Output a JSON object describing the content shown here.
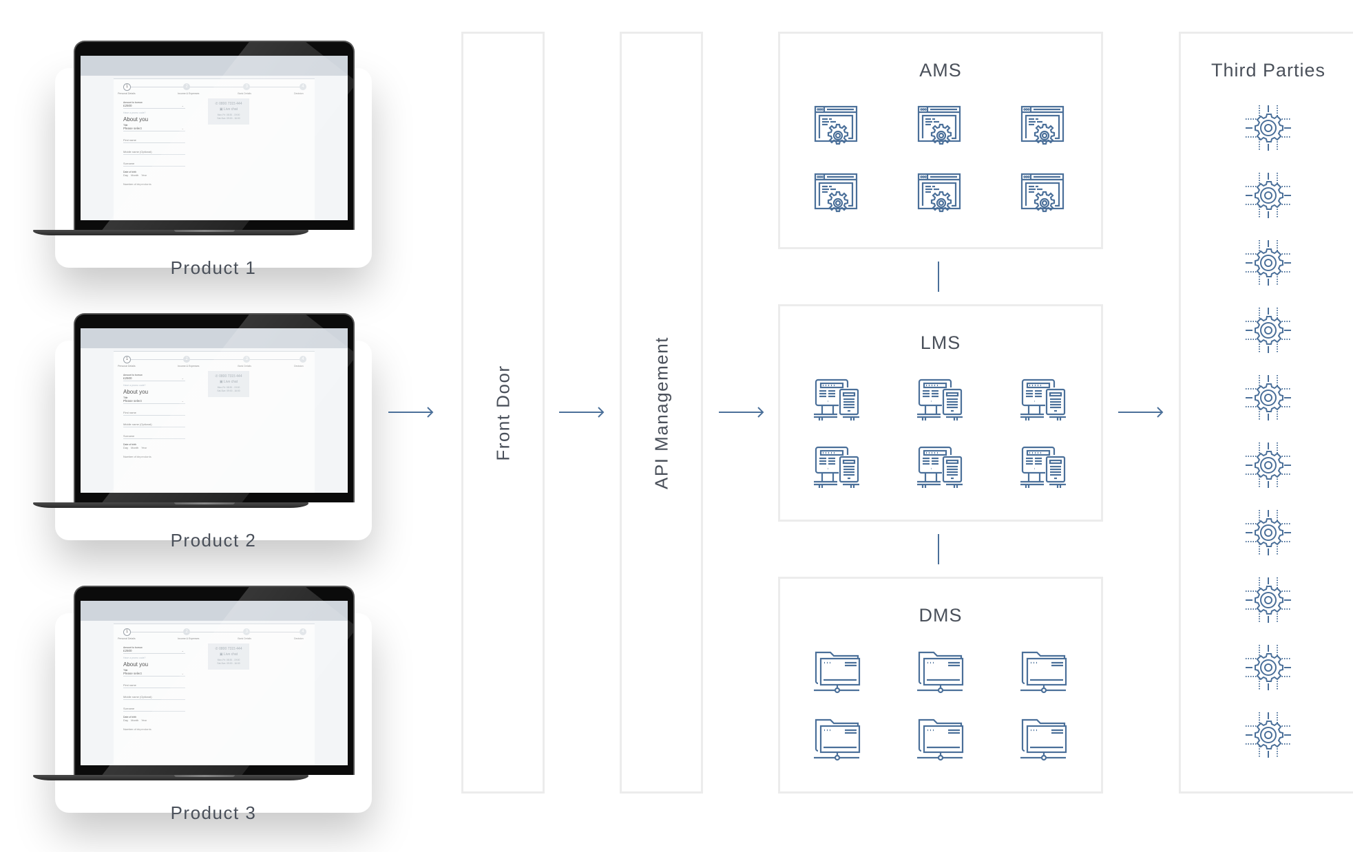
{
  "products": [
    {
      "label": "Product 1"
    },
    {
      "label": "Product 2"
    },
    {
      "label": "Product 3"
    }
  ],
  "laptop_screen": {
    "steps": [
      {
        "number": "1",
        "label": "Personal Details",
        "active": true
      },
      {
        "number": "2",
        "label": "Income & Expenses",
        "active": false
      },
      {
        "number": "3",
        "label": "Bank Details",
        "active": false
      },
      {
        "number": "4",
        "label": "Decision",
        "active": false
      }
    ],
    "amount_label": "Amount to borrow",
    "amount_value": "£2500",
    "promo_link": "Have a promo code?",
    "heading": "About you",
    "title_label": "Title",
    "title_value": "Please select",
    "first_name": "First name",
    "middle_name": "Middle name (Optional)",
    "surname": "Surname",
    "dob_label": "Date of birth",
    "dob_day": "Day",
    "dob_month": "Month",
    "dob_year": "Year",
    "dependants": "Number of dependants",
    "contact": {
      "phone": "0800 7315 444",
      "chat": "Live chat",
      "hours_weekday": "Mon-Fri: 08:30 - 19:00",
      "hours_weekend": "Sat-Sun: 09:00 - 16:00"
    }
  },
  "columns": {
    "front_door": "Front Door",
    "api_management": "API Management"
  },
  "systems": [
    {
      "title": "AMS",
      "icon": "web-app-settings-icon",
      "count": 6
    },
    {
      "title": "LMS",
      "icon": "desktop-tablet-icon",
      "count": 6
    },
    {
      "title": "DMS",
      "icon": "network-folder-icon",
      "count": 6
    }
  ],
  "third_parties": {
    "title": "Third Parties",
    "icon": "integration-gear-icon",
    "count": 10
  },
  "colors": {
    "icon": "#4a6f99",
    "text": "#4a505a",
    "border": "#ececec"
  }
}
